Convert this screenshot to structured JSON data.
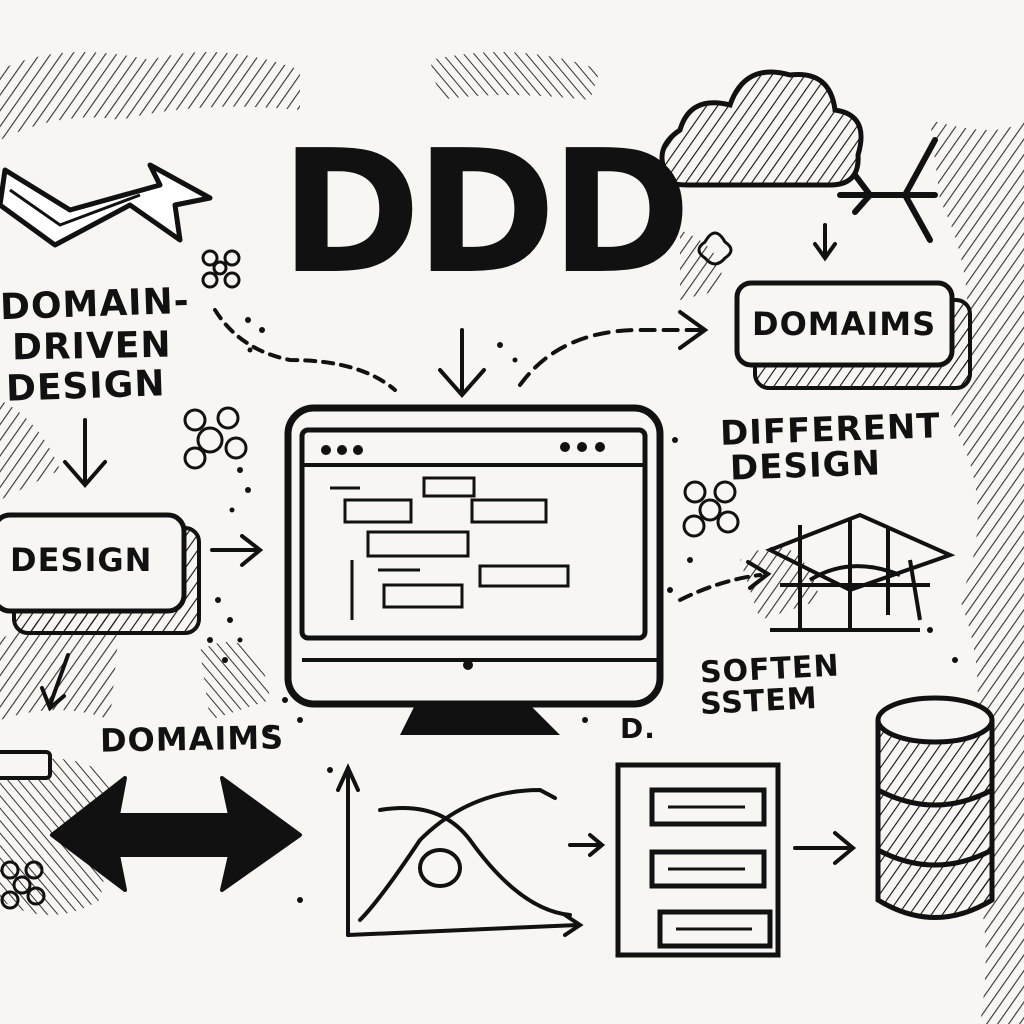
{
  "title": "DDD",
  "labels": {
    "domain_driven": [
      "DOMAIN-",
      "DRIVEN",
      "DESIGN"
    ],
    "design_box": "DESIGN",
    "domains_box": "DOMAIMS",
    "different_design": [
      "DIFFERENT",
      "DESIGN"
    ],
    "soften_system": [
      "SOFTEN",
      "SSTEM"
    ],
    "domains_lower": "DOMAIMS",
    "d_mark": "D."
  },
  "icons": [
    "cloud-icon",
    "airplane-icon",
    "monitor-icon",
    "database-icon",
    "flower-icon",
    "double-arrow-icon",
    "chart-icon",
    "form-icon"
  ],
  "colors": {
    "ink": "#111111",
    "paper": "#f7f6f2"
  }
}
